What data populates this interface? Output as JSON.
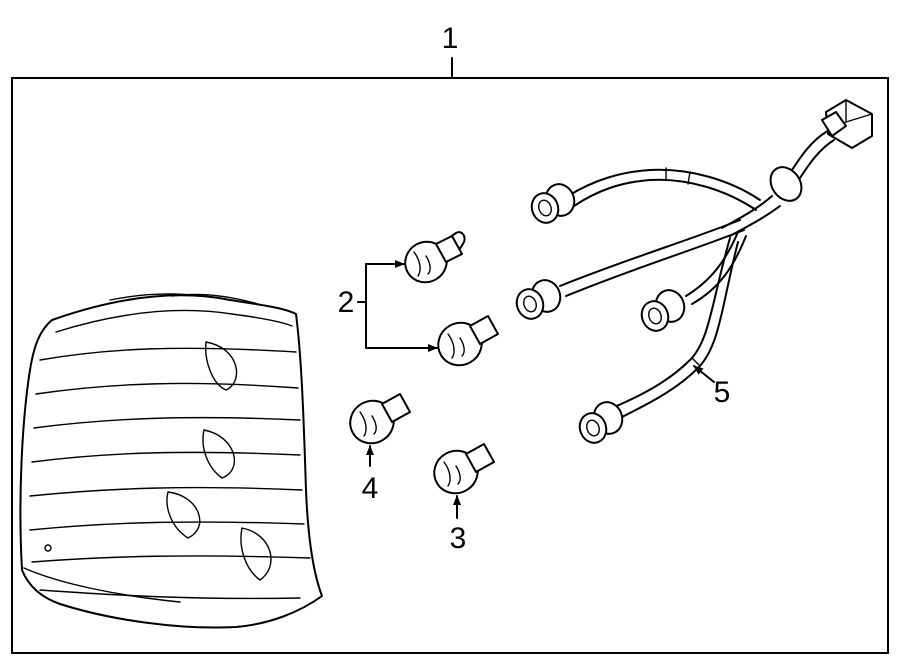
{
  "callouts": {
    "housing": "1",
    "bulbs_upper": "2",
    "bulb_lower_right": "3",
    "bulb_lower_left": "4",
    "wire_harness": "5"
  }
}
